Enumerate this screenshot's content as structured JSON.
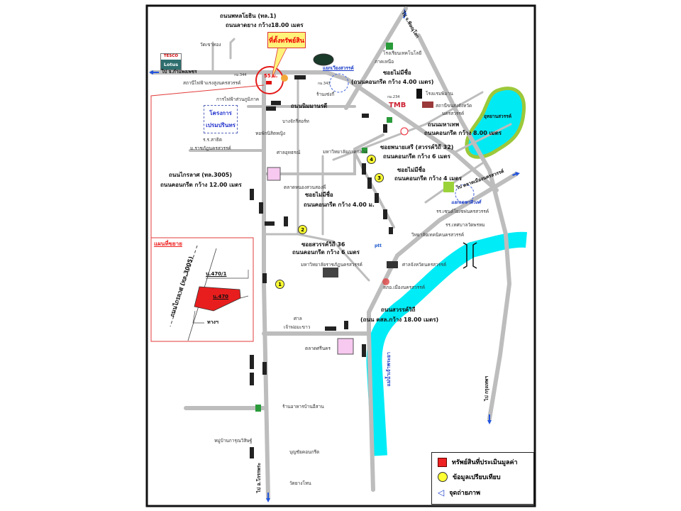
{
  "colors": {
    "road": "#bdbdbd",
    "river": "#00ecf6",
    "lake_border": "#9cc93a",
    "property": "#e42020",
    "marker": "#ffff33",
    "inset_border": "#e33b3b",
    "callout_bg": "#fff37a"
  },
  "roads": {
    "phahonyothin": "ถนนพหลโยธิน (ทล.1)",
    "phahonyothin_spec": "ถนนลาดยาง กว้าง18.00 เมตร",
    "nimmanoradee": "ถนนนิมมานรดี",
    "soi_unnamed_1": "ซอยไม่มีชื่อ",
    "soi_unnamed_1_spec": "(ถนนคอนกรีต กว้าง 4.00 เมตร)",
    "mahathep": "ถนนมหาเทพ",
    "mahathep_spec": "ถนนคอนกรีต กว้าง 8.00 เมตร",
    "soi_nai_seri": "ซอยพนายเสรี (สวรรค์วิถี 32)",
    "soi_nai_seri_spec": "ถนนคอนกรีต กว้าง 6 เมตร",
    "soi_unnamed_2": "ซอยไม่มีชื่อ",
    "soi_unnamed_2_spec": "ถนนคอนกรีต กว้าง 4 เมตร",
    "krailat": "ถนนไกรลาศ (ทล.3005)",
    "krailat_spec": "ถนนคอนกรีต กว้าง 12.00 เมตร",
    "soi_unnamed_3": "ซอยไม่มีชื่อ",
    "soi_unnamed_3_spec": "ถนนคอนกรีต กว้าง 4.00 ม.",
    "soi_sawan_36": "ซอยสวรรค์วิถี 36",
    "soi_sawan_36_spec": "ถนนคอนกรีต กว้าง 6 เมตร",
    "sawanwithi": "ถนนสวรรค์วิถี",
    "sawanwithi_spec": "(ถนน คสล.กว้าง 18.00 เมตร)"
  },
  "directions": {
    "to_kamphaeng_phet": "ไป จ.กำแพงเพชร",
    "to_phitsanulok": "ไป จ.พิษณุโลก",
    "to_market": "ไป ตลาดเมืองนครสวรรค์",
    "to_krok_phra": "ไป อ.โกรกพระ",
    "to_bangkok": "ไป กรุงเทพฯ"
  },
  "property": {
    "callout": "ที่ตั้งทรัพย์สิน",
    "distance": "55 ม.",
    "km344": "กม.344"
  },
  "places": {
    "tesco_top": "TESCO",
    "tesco_bottom": "Lotus",
    "wat_top": "วัดเขาทอง",
    "power_station": "สถานีไฟฟ้าแรงสูงนครสวรรค์",
    "pea": "การไฟฟ้าส่วนภูมิภาค",
    "prem_line1": "โครงการ",
    "prem_line2": "เปรมปรินทร",
    "bangchak": "บางจักรีสอร์ท",
    "dorm": "หอพักนิสิตหญิง",
    "demo_school": "ร.ร.สาธิต",
    "rajabhat_short": "ม.ราชภัฏนครสวรรค์",
    "appeal_court": "ศาลอุทธรณ์",
    "central_univ": "มหาวิทยาลัยภาคกลาง",
    "intersection_1": "แยกเวียงสวรรค์",
    "km343": "กม.343",
    "shop": "ร้านเซ่งกี่",
    "tech_school_1": "โรงเรียนเทคโนโลยี",
    "tech_school_2": "ภาคเหนือ",
    "hotel": "โรงแรมพิมาน",
    "km234": "กม.234",
    "tmb": "TMB",
    "bus_station_1": "สถานีขนส่งจังหวัด",
    "bus_station_2": "นครสวรรค์",
    "lake": "อุทยานสวรรค์",
    "market_1": "ตลาดหนองสวนสองพี่",
    "intersection_2": "แยกเดชาติวงศ์",
    "st_joseph": "รร.เซนต์โยเซฟนครสวรรค์",
    "wat_phrom_school": "รร.เทศบาลวัดพรหม",
    "tech_college": "วิทยาลัยเทคนิคนครสวรรค์",
    "ptt": "ptt",
    "rajabhat": "มหาวิทยาลัยราชภัฏนครสวรรค์",
    "provincial_court": "ศาลจังหวัดนครสวรรค์",
    "police": "สภอ.เมืองนครสวรรค์",
    "shrine_1": "ศาล",
    "shrine_2": "เจ้าพ่อมะขาว",
    "market_2": "ตลาดศรีนคร",
    "river": "แม่น้ำเจ้าพระยา",
    "restaurant": "ร้านอาหารบ้านอีสาน",
    "village": "หมู่บ้านการุณวิสิษฐ์",
    "bunchai": "บุญชัยคอนกรีต",
    "wat_yang_thon": "วัดยางโทน"
  },
  "comparables": [
    "1",
    "2",
    "3",
    "4"
  ],
  "inset": {
    "title": "แผนที่ขยาย",
    "road": "ถนนไกรลาศ (ทล.3005)",
    "plot_neighbor": "น.470/1",
    "plot_subject": "น.470",
    "access": "ทางฯ"
  },
  "legend": [
    {
      "icon": "red-square",
      "label": "ทรัพย์สินที่ประเมินมูลค่า"
    },
    {
      "icon": "yellow-circle",
      "label": "ข้อมูลเปรียบเทียบ"
    },
    {
      "icon": "blue-camera-arrow",
      "label": "จุดถ่ายภาพ"
    }
  ]
}
